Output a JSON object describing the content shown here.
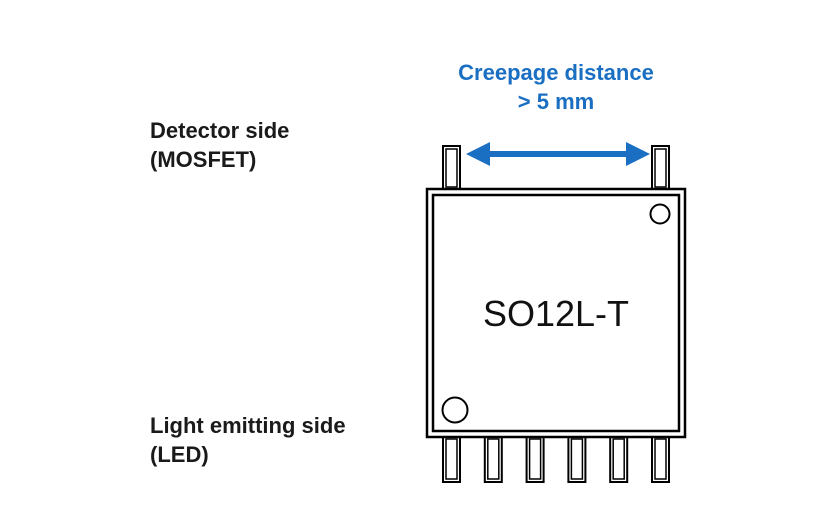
{
  "creepage": {
    "line1": "Creepage distance",
    "line2": "> 5 mm",
    "color": "#1a6fc2"
  },
  "detector_side": {
    "line1": "Detector side",
    "line2": "(MOSFET)"
  },
  "light_side": {
    "line1": "Light emitting side",
    "line2": "(LED)"
  },
  "package": {
    "name": "SO12L-T",
    "top_pin_count": 2,
    "bottom_pin_count": 6
  }
}
